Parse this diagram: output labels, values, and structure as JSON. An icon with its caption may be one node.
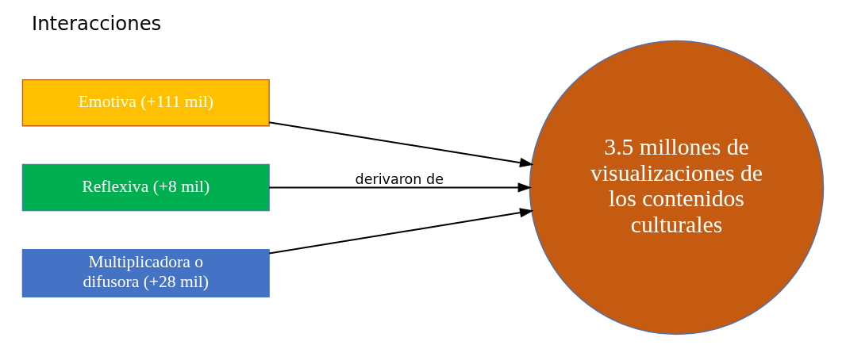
{
  "diagram": {
    "title": "Interacciones",
    "nodes": [
      {
        "text": [
          "Emotiva (+111 mil)"
        ]
      },
      {
        "text": [
          "Reflexiva (+8 mil)"
        ]
      },
      {
        "text": [
          "Multiplicadora o difusora (+28 mil)"
        ]
      },
      {
        "text": [
          "3.5 millones de visualizaciones de los contenidos culturales"
        ]
      }
    ],
    "edges": [
      {
        "from": 0,
        "to": 3,
        "arrow": "to"
      },
      {
        "from": 1,
        "to": 3,
        "arrow": "to",
        "label": "derivaron de"
      },
      {
        "from": 2,
        "to": 3,
        "arrow": "to"
      }
    ]
  }
}
